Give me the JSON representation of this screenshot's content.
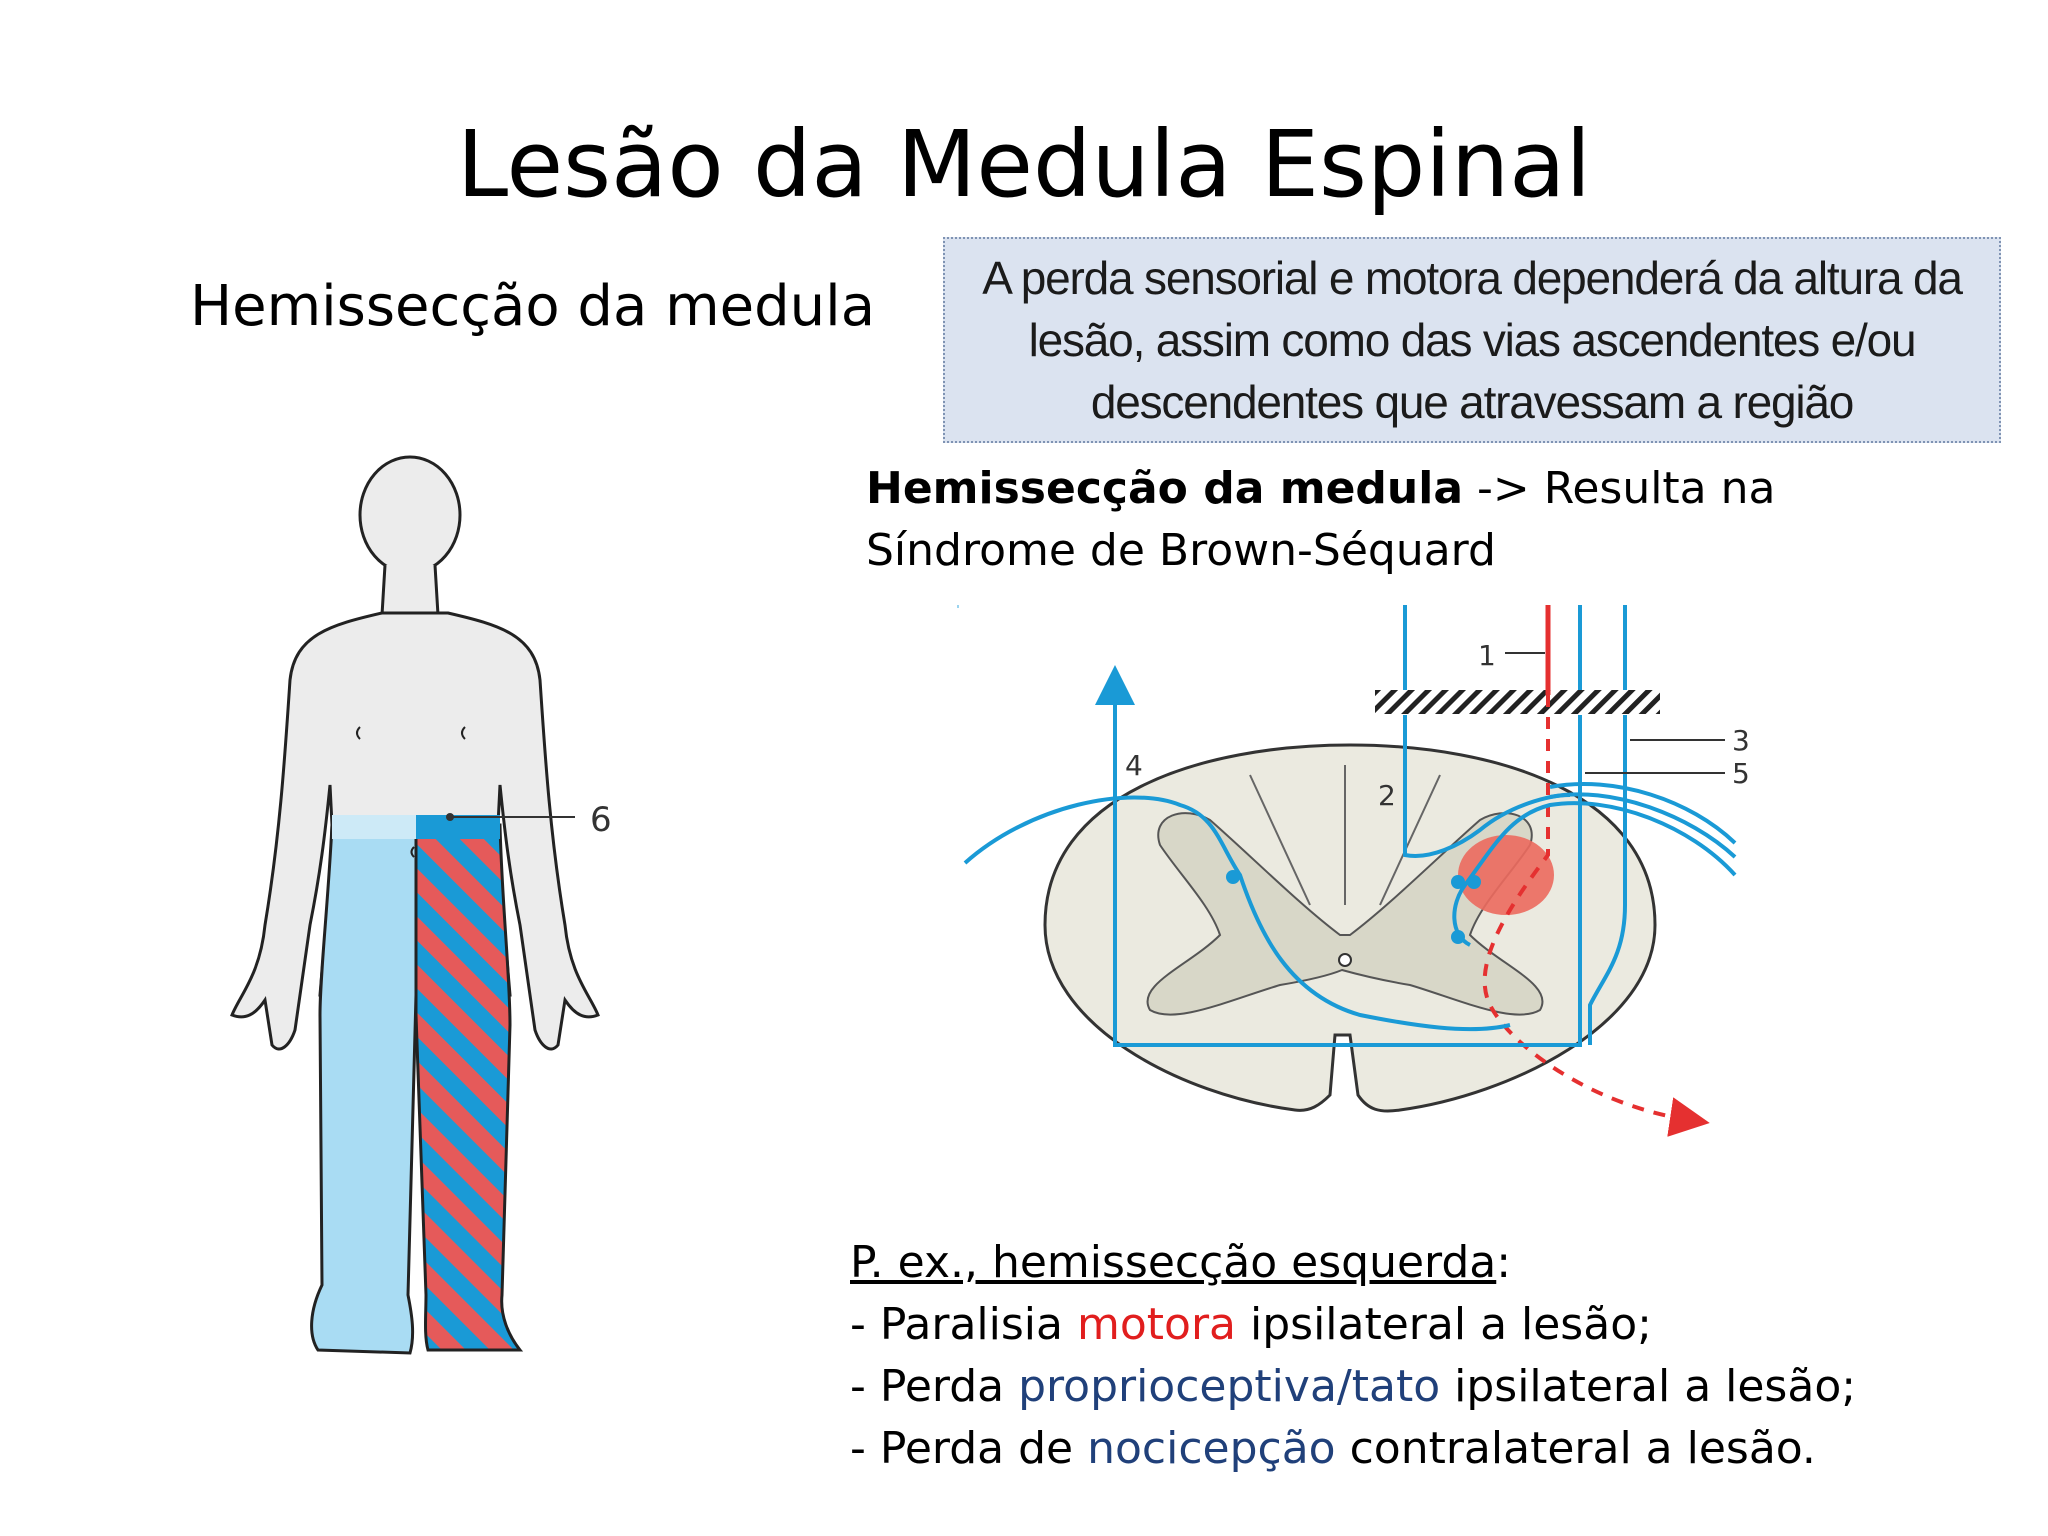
{
  "slide": {
    "title": "Lesão da Medula Espinal",
    "subtitle": "Hemissecção da medula"
  },
  "note": {
    "text": "A perda sensorial e motora dependerá da altura da lesão, assim como das vias ascendentes e/ou descendentes que atravessam a região"
  },
  "intro": {
    "bold": "Hemissecção da medula",
    "rest": " -> Resulta na Síndrome de Brown-Séquard"
  },
  "body_figure": {
    "label_6": "6"
  },
  "cord_figure": {
    "label_1": "1",
    "label_2": "2",
    "label_3": "3",
    "label_4": "4",
    "label_5": "5"
  },
  "examples": {
    "heading": "P. ex., hemissecção esquerda",
    "heading_suffix": ":",
    "line1_prefix": "- Paralisia ",
    "line1_highlight": "motora",
    "line1_suffix": " ipsilateral a lesão;",
    "line2_prefix": "- Perda ",
    "line2_highlight": "proprioceptiva/tato",
    "line2_suffix": " ipsilateral a lesão;",
    "line3_prefix": "- Perda de ",
    "line3_highlight": "nocicepção",
    "line3_suffix": " contralateral a lesão."
  },
  "colors": {
    "pathway_blue": "#1a9ad6",
    "lesion_red": "#e53030",
    "light_blue": "#a9dcf3",
    "cord_fill": "#ebeae0",
    "note_bg": "#dbe3f0"
  }
}
